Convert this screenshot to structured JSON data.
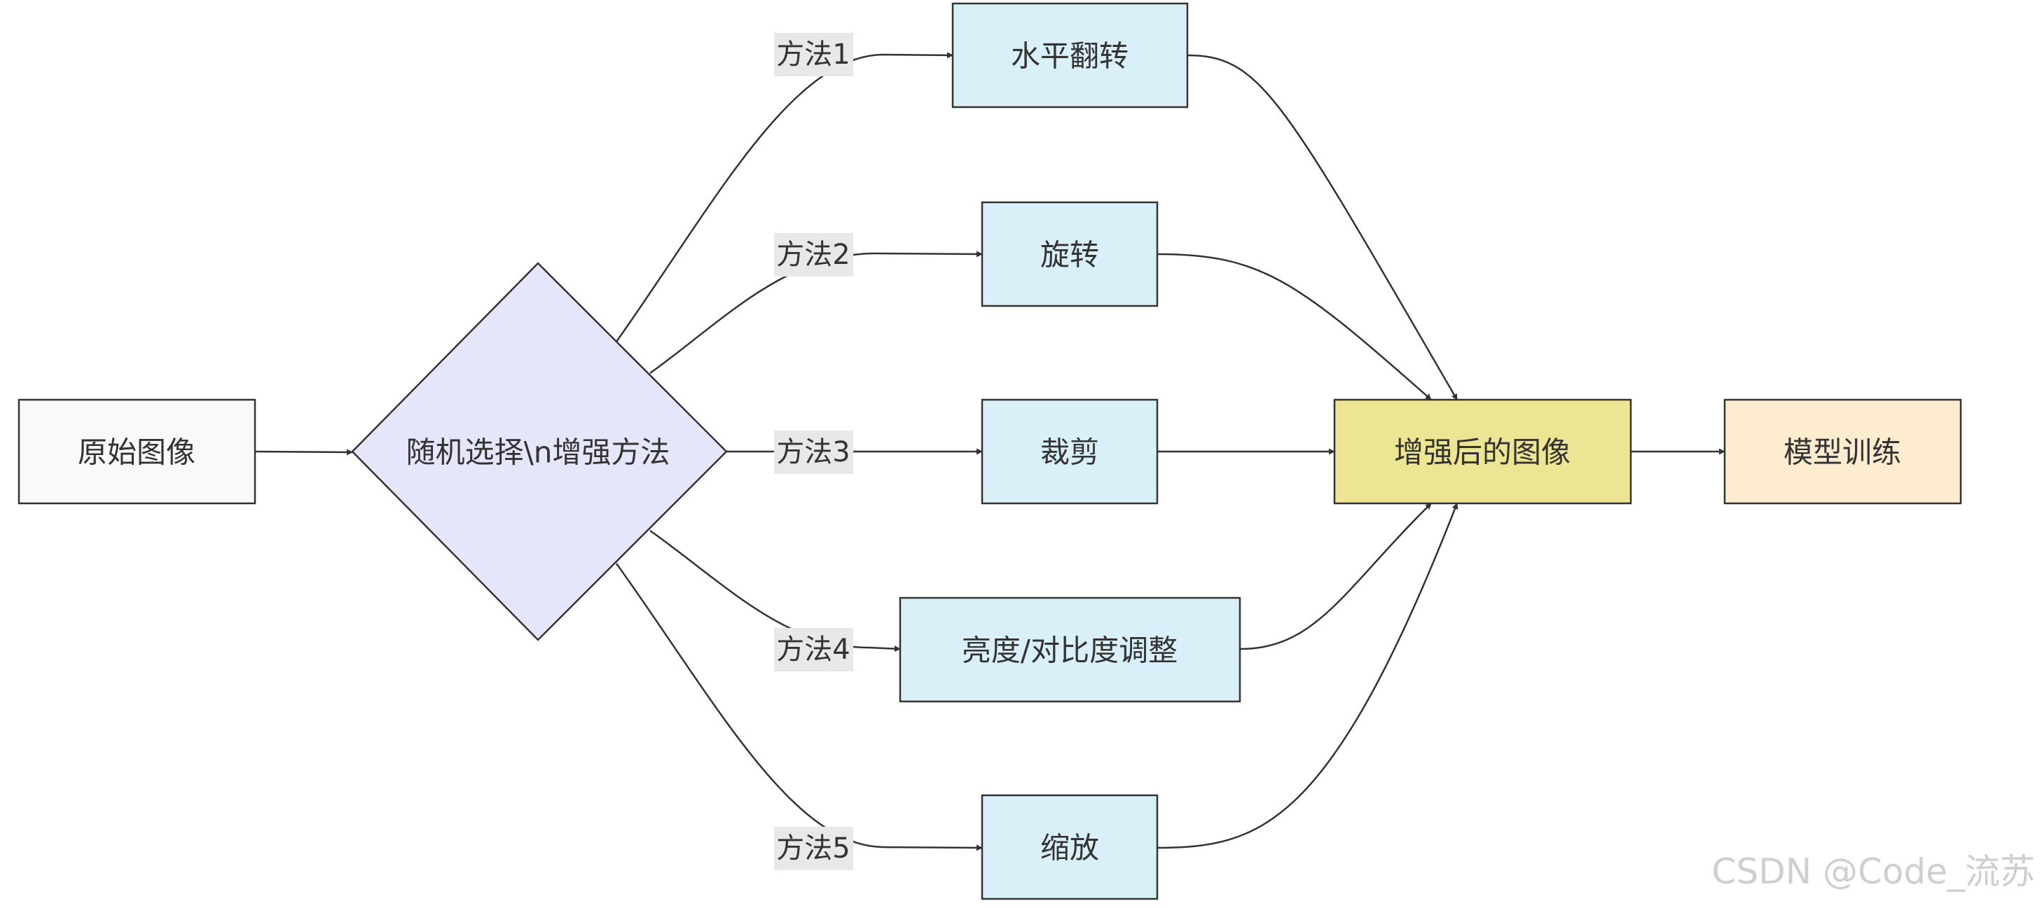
{
  "nodes": {
    "original": {
      "label": "原始图像",
      "fill": "#f9f9f9"
    },
    "random": {
      "label": "随机选择\\n增强方法",
      "fill": "#e6e6fa"
    },
    "flip": {
      "label": "水平翻转",
      "fill": "#d9f0f8"
    },
    "rotate": {
      "label": "旋转",
      "fill": "#d9f0f8"
    },
    "crop": {
      "label": "裁剪",
      "fill": "#d9f0f8"
    },
    "brightness": {
      "label": "亮度/对比度调整",
      "fill": "#d9f0f8"
    },
    "scale": {
      "label": "缩放",
      "fill": "#d9f0f8"
    },
    "enhanced": {
      "label": "增强后的图像",
      "fill": "#ece593"
    },
    "training": {
      "label": "模型训练",
      "fill": "#fdecd0"
    }
  },
  "edge_labels": {
    "m1": "方法1",
    "m2": "方法2",
    "m3": "方法3",
    "m4": "方法4",
    "m5": "方法5"
  },
  "colors": {
    "stroke": "#333333",
    "edge": "#333333",
    "edge_label_bg": "#e8e8e8"
  },
  "watermark": "CSDN @Code_流苏"
}
